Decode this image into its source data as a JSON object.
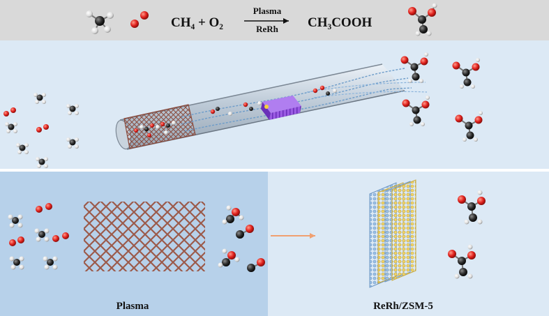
{
  "header": {
    "reactants": "CH₄ + O₂",
    "arrow_top": "Plasma",
    "arrow_bottom": "ReRh",
    "product": "CH₃COOH"
  },
  "bottom_left": {
    "label": "Plasma"
  },
  "bottom_right": {
    "label": "ReRh/ZSM-5"
  },
  "colors": {
    "header_bg": "#d9d9d9",
    "panel_bg": "#dce9f5",
    "plasma_bg": "#b7d1ea",
    "mesh": "#9c5a4a",
    "catalyst": "#8f4fd9",
    "oxygen": "#e0201c",
    "carbon": "#2b2b2b",
    "hydrogen": "#e8e8e8",
    "arrow": "#f0a070"
  }
}
